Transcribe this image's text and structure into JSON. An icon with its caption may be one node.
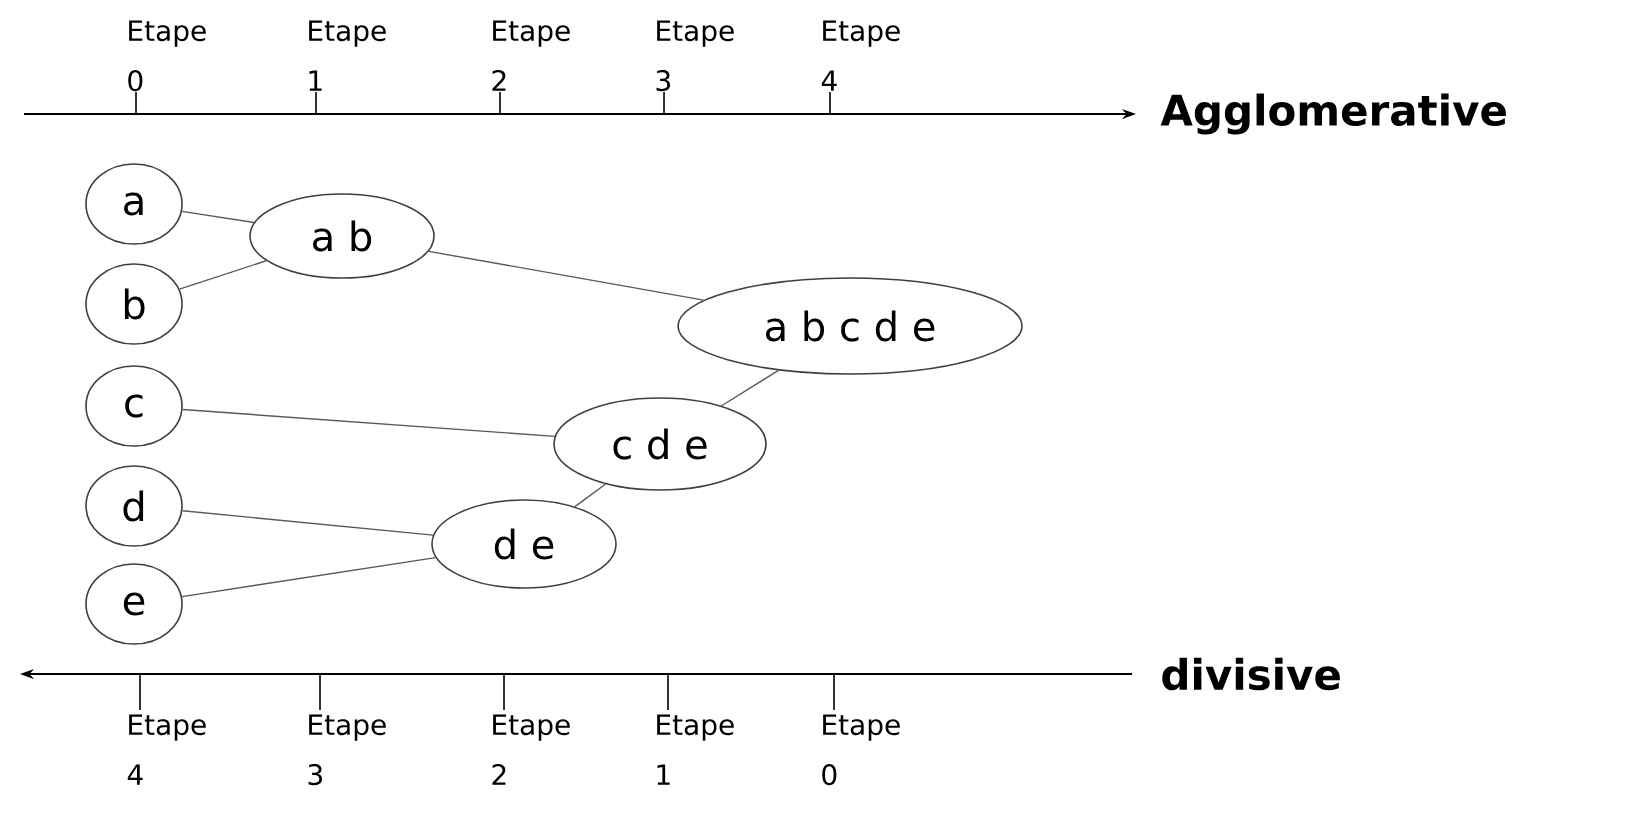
{
  "diagram": {
    "nodes": [
      {
        "text": [
          "a"
        ]
      },
      {
        "text": [
          "b"
        ]
      },
      {
        "text": [
          "c"
        ]
      },
      {
        "text": [
          "d"
        ]
      },
      {
        "text": [
          "e"
        ]
      },
      {
        "text": [
          "a b"
        ]
      },
      {
        "text": [
          "a b c d e"
        ]
      },
      {
        "text": [
          "c d e"
        ]
      },
      {
        "text": [
          "d e"
        ]
      }
    ],
    "edges": [
      {
        "from": 0,
        "to": 5,
        "arrow": "none"
      },
      {
        "from": 1,
        "to": 5,
        "arrow": "none"
      },
      {
        "from": 5,
        "to": 6,
        "arrow": "none"
      },
      {
        "from": 2,
        "to": 7,
        "arrow": "none"
      },
      {
        "from": 7,
        "to": 6,
        "arrow": "none"
      },
      {
        "from": 3,
        "to": 8,
        "arrow": "none"
      },
      {
        "from": 4,
        "to": 8,
        "arrow": "none"
      },
      {
        "from": 8,
        "to": 7,
        "arrow": "none"
      }
    ],
    "labels": [
      "Etape 0",
      "Etape 1",
      "Etape 2",
      "Etape 3",
      "Etape 4",
      "Agglomerative",
      "divisive",
      "Etape 4",
      "Etape 3",
      "Etape 2",
      "Etape 1",
      "Etape 0"
    ]
  }
}
